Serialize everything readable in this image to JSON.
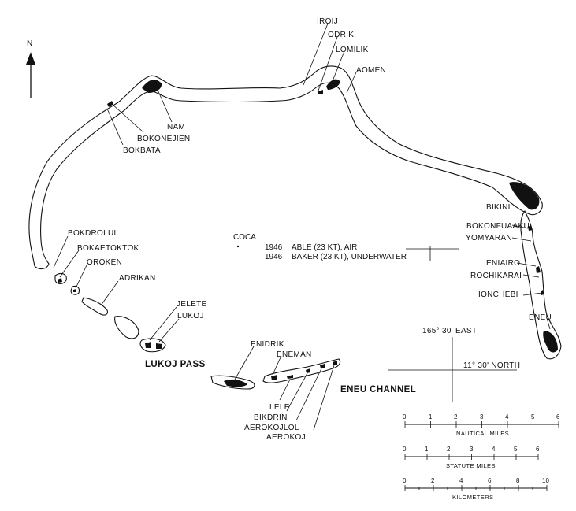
{
  "north_arrow": {
    "label": "N"
  },
  "islands": {
    "iroij": "IROIJ",
    "odrik": "ODRIK",
    "lomilik": "LOMILIK",
    "aomen": "AOMEN",
    "nam": "NAM",
    "bokonejien": "BOKONEJIEN",
    "bokbata": "BOKBATA",
    "bikini": "BIKINI",
    "bokonfuaaku": "BOKONFUAAKU",
    "yomyaran": "YOMYARAN",
    "eniairo": "ENIAIRO",
    "rochikarai": "ROCHIKARAI",
    "ionchebi": "IONCHEBI",
    "eneu": "ENEU",
    "bokdrolul": "BOKDROLUL",
    "bokaetoktok": "BOKAETOKTOK",
    "oroken": "OROKEN",
    "adrikan": "ADRIKAN",
    "jelete": "JELETE",
    "lukoj": "LUKOJ",
    "enidrik": "ENIDRIK",
    "eneman": "ENEMAN",
    "lele": "LELE",
    "bikdrin": "BIKDRIN",
    "aerokojlol": "AEROKOJLOL",
    "aerokoj": "AEROKOJ"
  },
  "passes": {
    "lukoj_pass": "LUKOJ PASS",
    "eneu_channel": "ENEU CHANNEL"
  },
  "tests": {
    "site": "COCA",
    "able_year": "1946",
    "able_text": "ABLE (23 KT), AIR",
    "baker_year": "1946",
    "baker_text": "BAKER (23 KT), UNDERWATER"
  },
  "graticule": {
    "longitude": "165° 30' EAST",
    "latitude": "11° 30' NORTH"
  },
  "scales": {
    "nautical": {
      "name": "NAUTICAL MILES",
      "ticks": [
        "0",
        "1",
        "2",
        "3",
        "4",
        "5",
        "6"
      ]
    },
    "statute": {
      "name": "STATUTE MILES",
      "ticks": [
        "0",
        "1",
        "2",
        "3",
        "4",
        "5",
        "6"
      ]
    },
    "kilometers": {
      "name": "KILOMETERS",
      "ticks": [
        "0",
        "2",
        "4",
        "6",
        "8",
        "10"
      ]
    }
  },
  "colors": {
    "land": "#111111",
    "reef_fill": "#ffffff",
    "ink": "#111111"
  }
}
